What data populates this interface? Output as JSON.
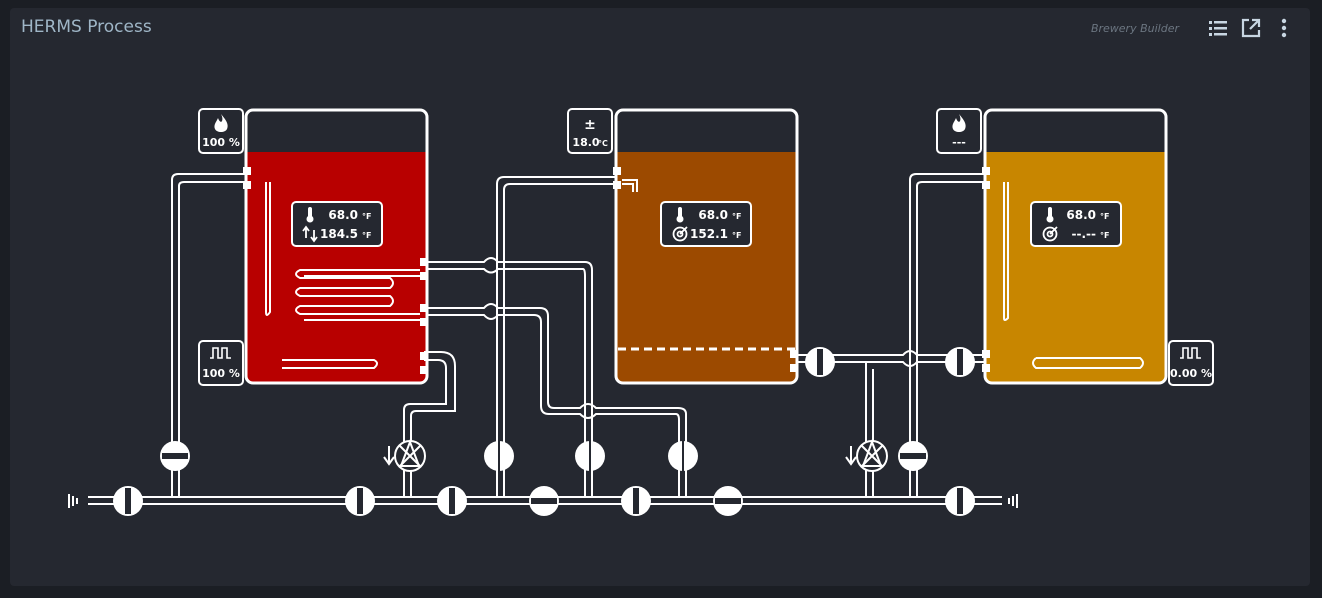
{
  "widget": {
    "title": "HERMS Process",
    "subtitle": "Brewery Builder",
    "actions": [
      "list-icon",
      "open-in-new-icon",
      "more-vert-icon"
    ]
  },
  "kettles": [
    {
      "id": "hlt",
      "color": "#b80000",
      "heater": {
        "icon": "flame-icon",
        "value": "100 %"
      },
      "temp": {
        "value": "68.0",
        "unit": "°F"
      },
      "setpoint": {
        "icon": "heat-arrows-icon",
        "value": "184.5",
        "unit": "°F"
      },
      "pwm": {
        "icon": "pwm-icon",
        "value": "100 %"
      }
    },
    {
      "id": "mash",
      "color": "#9c4a00",
      "heater": {
        "icon": "plus-minus-icon",
        "value": "18.0",
        "unit": "°C"
      },
      "temp": {
        "value": "68.0",
        "unit": "°F"
      },
      "setpoint": {
        "icon": "target-icon",
        "value": "152.1",
        "unit": "°F"
      }
    },
    {
      "id": "boil",
      "color": "#c88600",
      "heater": {
        "icon": "flame-icon",
        "value": "---"
      },
      "temp": {
        "value": "68.0",
        "unit": "°F"
      },
      "setpoint": {
        "icon": "target-icon",
        "value": "--.--",
        "unit": "°F"
      },
      "pwm": {
        "icon": "pwm-icon",
        "value": "0.00 %"
      }
    }
  ]
}
